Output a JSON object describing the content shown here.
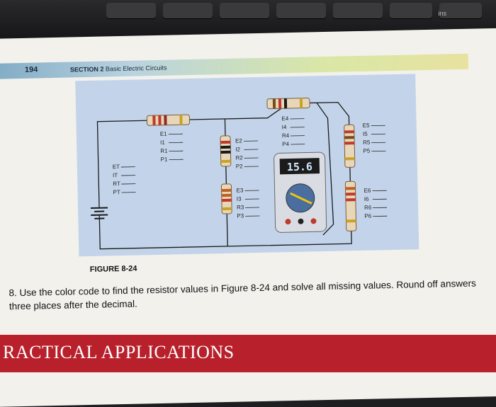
{
  "keyboard": {
    "key_label": "ins"
  },
  "page": {
    "page_number": "194",
    "section": "SECTION 2",
    "section_title": "Basic Electric Circuits",
    "figure_caption": "FIGURE 8-24",
    "problem_text": "8. Use the color code to find the resistor values in Figure 8-24 and solve all missing values. Round off answers three places after the decimal.",
    "section_heading": "RACTICAL APPLICATIONS"
  },
  "figure": {
    "meter_display": "15.6",
    "total_labels": [
      "ET",
      "IT",
      "RT",
      "PT"
    ],
    "r1_labels": [
      "E1",
      "I1",
      "R1",
      "P1"
    ],
    "r2_labels": [
      "E2",
      "I2",
      "R2",
      "P2"
    ],
    "r3_labels": [
      "E3",
      "I3",
      "R3",
      "P3"
    ],
    "r4_labels": [
      "E4",
      "I4",
      "R4",
      "P4"
    ],
    "r5_labels": [
      "E5",
      "I5",
      "R5",
      "P5"
    ],
    "r6_labels": [
      "E6",
      "I6",
      "R6",
      "P6"
    ]
  }
}
